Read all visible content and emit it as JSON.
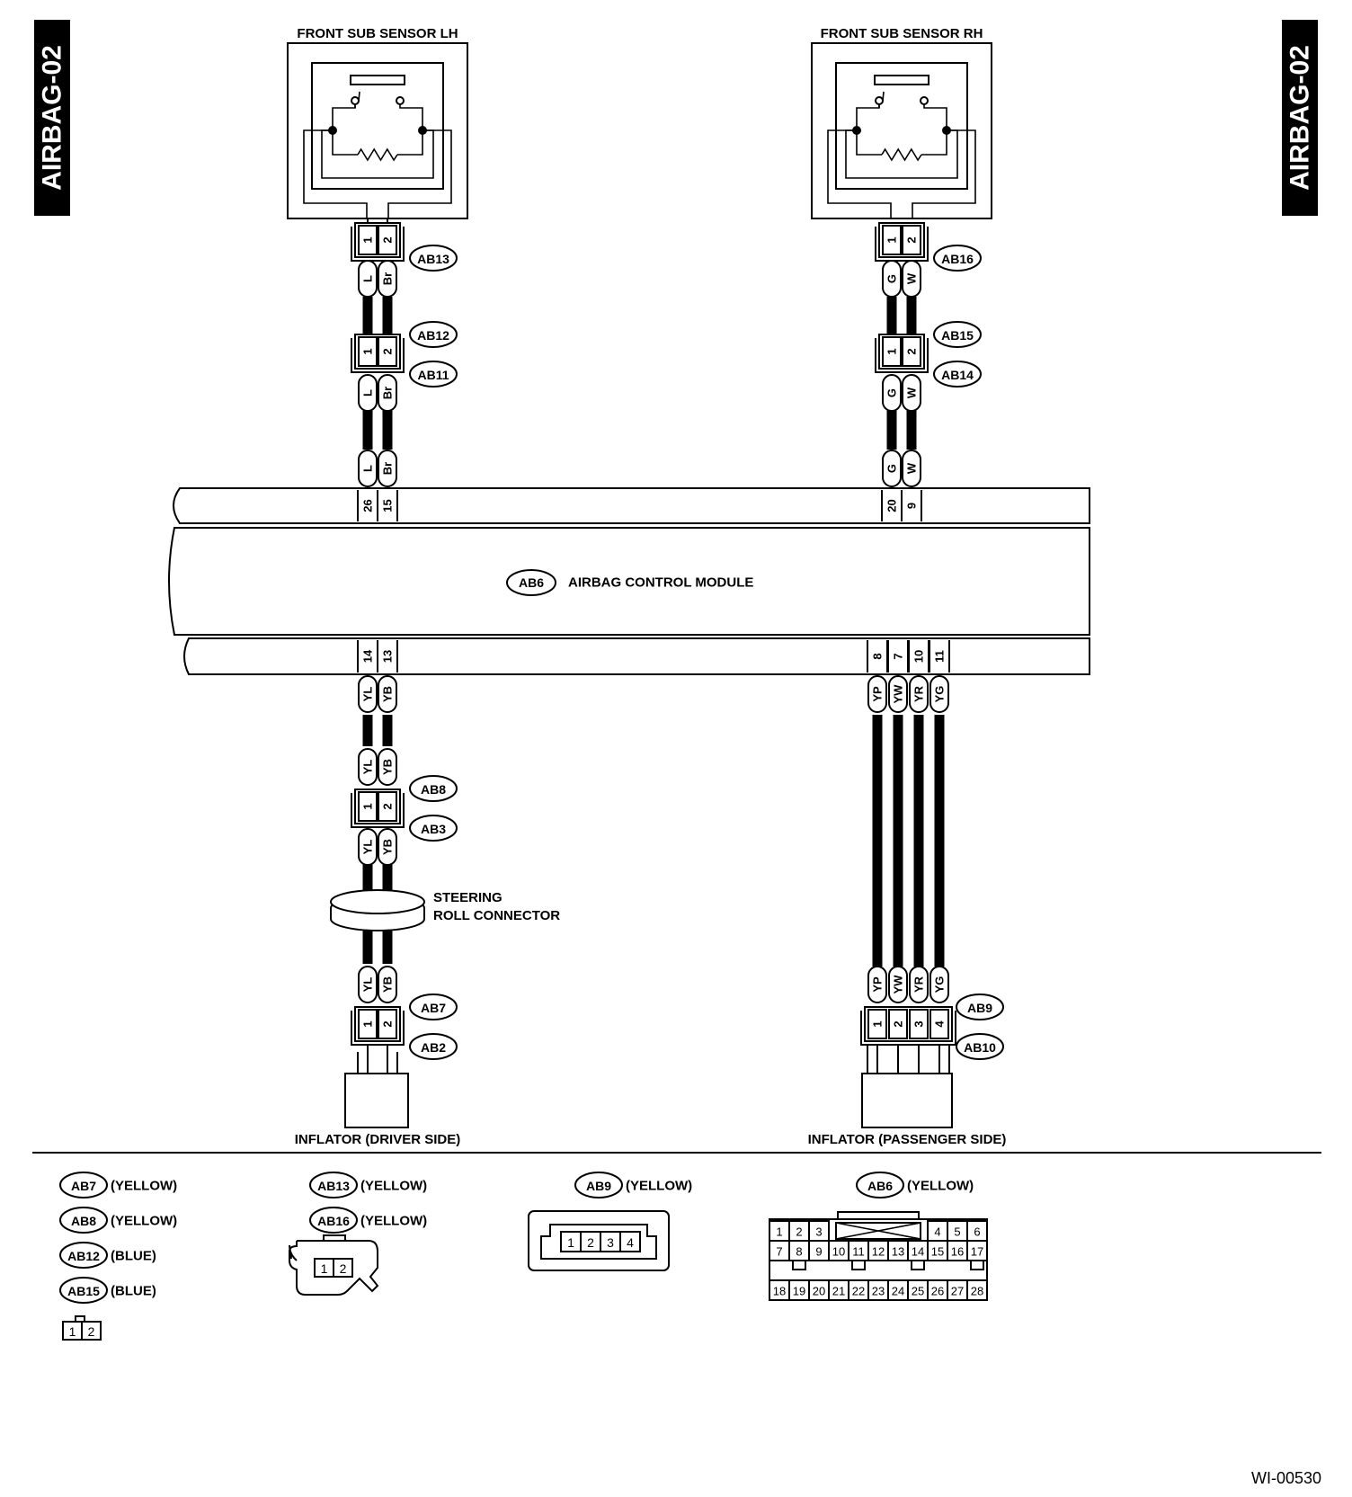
{
  "page": {
    "side_tab": "AIRBAG-02",
    "figure_id": "WI-00530"
  },
  "sensors": {
    "lh": "FRONT SUB SENSOR LH",
    "rh": "FRONT SUB SENSOR RH"
  },
  "module": {
    "code": "AB6",
    "label": "AIRBAG CONTROL MODULE",
    "top_pins_lh": [
      "26",
      "15"
    ],
    "top_pins_rh": [
      "20",
      "9"
    ],
    "bottom_pins_driver": [
      "14",
      "13"
    ],
    "bottom_pins_passenger": [
      "8",
      "7",
      "10",
      "11"
    ]
  },
  "connectors": {
    "ab13": "AB13",
    "ab12": "AB12",
    "ab11": "AB11",
    "ab16": "AB16",
    "ab15": "AB15",
    "ab14": "AB14",
    "ab8": "AB8",
    "ab3": "AB3",
    "ab7": "AB7",
    "ab2": "AB2",
    "ab9": "AB9",
    "ab10": "AB10"
  },
  "pins": {
    "two": [
      "1",
      "2"
    ],
    "four": [
      "1",
      "2",
      "3",
      "4"
    ]
  },
  "wires": {
    "lh": [
      "L",
      "Br"
    ],
    "rh": [
      "G",
      "W"
    ],
    "driver": [
      "YL",
      "YB"
    ],
    "passenger": [
      "YP",
      "YW",
      "YR",
      "YG"
    ]
  },
  "steering": {
    "line1": "STEERING",
    "line2": "ROLL CONNECTOR"
  },
  "inflators": {
    "driver": "INFLATOR (DRIVER SIDE)",
    "passenger": "INFLATOR (PASSENGER SIDE)"
  },
  "legend": {
    "group1": [
      {
        "code": "AB7",
        "color": "(YELLOW)"
      },
      {
        "code": "AB8",
        "color": "(YELLOW)"
      },
      {
        "code": "AB12",
        "color": "(BLUE)"
      },
      {
        "code": "AB15",
        "color": "(BLUE)"
      }
    ],
    "group2": [
      {
        "code": "AB13",
        "color": "(YELLOW)"
      },
      {
        "code": "AB16",
        "color": "(YELLOW)"
      }
    ],
    "group3": [
      {
        "code": "AB9",
        "color": "(YELLOW)"
      }
    ],
    "group4": [
      {
        "code": "AB6",
        "color": "(YELLOW)"
      }
    ],
    "ab6_row1": [
      "1",
      "2",
      "3",
      "4",
      "5",
      "6"
    ],
    "ab6_row2": [
      "7",
      "8",
      "9",
      "10",
      "11",
      "12",
      "13",
      "14",
      "15",
      "16",
      "17"
    ],
    "ab6_row3": [
      "18",
      "19",
      "20",
      "21",
      "22",
      "23",
      "24",
      "25",
      "26",
      "27",
      "28"
    ]
  }
}
